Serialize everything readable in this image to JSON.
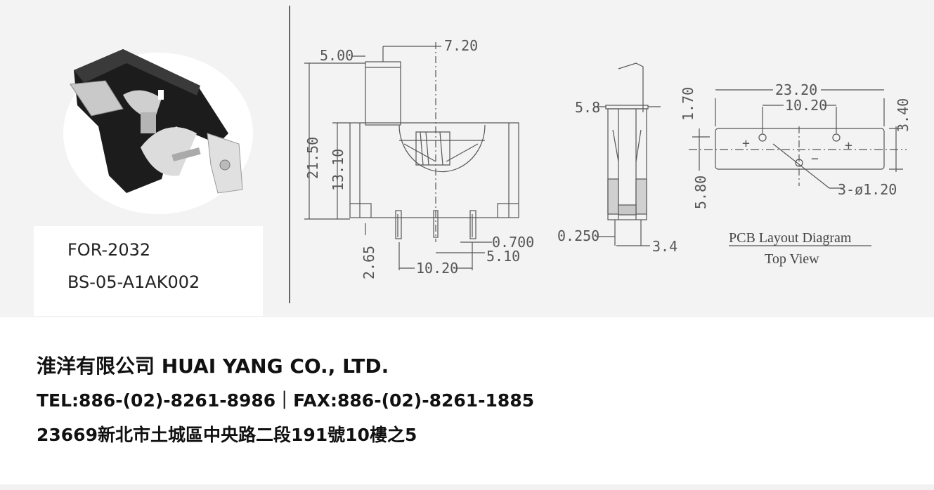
{
  "product": {
    "models": [
      "FOR-2032",
      "BS-05-A1AK002"
    ]
  },
  "side_view": {
    "dims": {
      "top_width": "5.00",
      "pin_offset": "7.20",
      "total_height": "21.50",
      "body_height": "13.10",
      "pin_length": "2.65",
      "pin_pitch": "10.20",
      "pin_width": "0.700",
      "pin_to_center": "5.10"
    }
  },
  "end_view": {
    "dims": {
      "width": "5.8",
      "pin_thickness": "0.250",
      "pin_spacing": "3.4"
    }
  },
  "pcb_layout": {
    "title": "PCB Layout Diagram",
    "subtitle": "Top View",
    "dims": {
      "length": "23.20",
      "hole_pitch": "10.20",
      "height": "3.40",
      "offset_top": "1.70",
      "offset_bottom": "5.80",
      "holes": "3-ø1.20"
    }
  },
  "company": {
    "name": "淮洋有限公司 HUAI YANG CO., LTD.",
    "contact": "TEL:886-(02)-8261-8986｜FAX:886-(02)-8261-1885",
    "address": "23669新北市土城區中央路二段191號10樓之5"
  }
}
